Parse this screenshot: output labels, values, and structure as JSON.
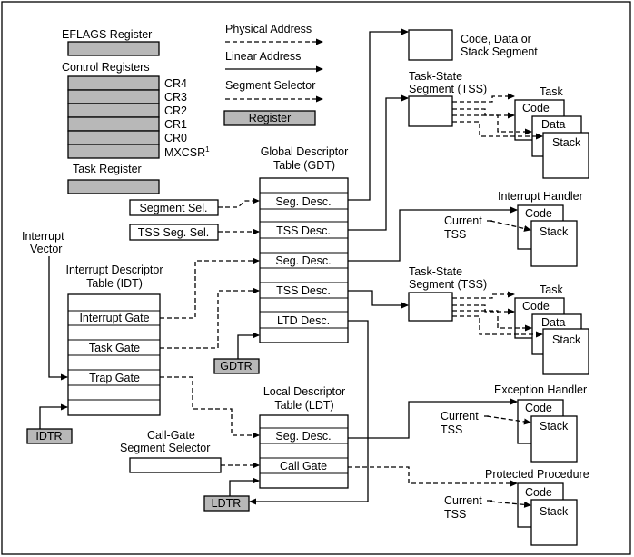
{
  "left": {
    "eflags": "EFLAGS Register",
    "control_registers": "Control Registers",
    "cr": [
      "CR4",
      "CR3",
      "CR2",
      "CR1",
      "CR0"
    ],
    "mxcsr": "MXCSR",
    "mxcsr_sup": "1",
    "task_register": "Task Register",
    "interrupt_vector_1": "Interrupt",
    "interrupt_vector_2": "Vector",
    "idt_title_1": "Interrupt Descriptor",
    "idt_title_2": "Table (IDT)",
    "idt_rows": [
      "Interrupt Gate",
      "Task Gate",
      "Trap Gate"
    ],
    "idtr": "IDTR",
    "callgate_sel_1": "Call-Gate",
    "callgate_sel_2": "Segment Selector"
  },
  "legend": {
    "physical": "Physical Address",
    "linear": "Linear Address",
    "selector": "Segment Selector",
    "register": "Register"
  },
  "middle": {
    "segment_sel": "Segment Sel.",
    "tss_seg_sel": "TSS Seg. Sel.",
    "gdt_title_1": "Global Descriptor",
    "gdt_title_2": "Table (GDT)",
    "gdt_rows": [
      "Seg. Desc.",
      "TSS Desc.",
      "Seg. Desc.",
      "TSS Desc.",
      "LTD Desc."
    ],
    "gdtr": "GDTR",
    "ldt_title_1": "Local Descriptor",
    "ldt_title_2": "Table (LDT)",
    "ldt_rows": [
      "Seg. Desc.",
      "Call Gate"
    ],
    "ldtr": "LDTR"
  },
  "right": {
    "code_data_1": "Code, Data or",
    "code_data_2": "Stack Segment",
    "tss_1": "Task-State",
    "tss_2": "Segment (TSS)",
    "task": "Task",
    "code": "Code",
    "data": "Data",
    "stack": "Stack",
    "interrupt_handler": "Interrupt Handler",
    "exception_handler": "Exception Handler",
    "protected_procedure": "Protected Procedure",
    "current": "Current",
    "tss": "TSS"
  }
}
